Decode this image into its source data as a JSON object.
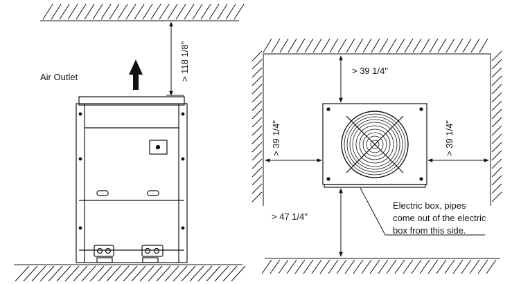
{
  "side_view": {
    "air_outlet_label": "Air Outlet",
    "top_clearance": "> 118 1/8\""
  },
  "top_view": {
    "top_clearance": "> 39 1/4\"",
    "left_clearance": "> 39 1/4\"",
    "right_clearance": "> 39 1/4\"",
    "bottom_clearance": "> 47 1/4\"",
    "note_lines": [
      "Electric box, pipes",
      "come out of the electric",
      "box from this side."
    ]
  },
  "colors": {
    "line": "#111111",
    "background": "#ffffff"
  }
}
